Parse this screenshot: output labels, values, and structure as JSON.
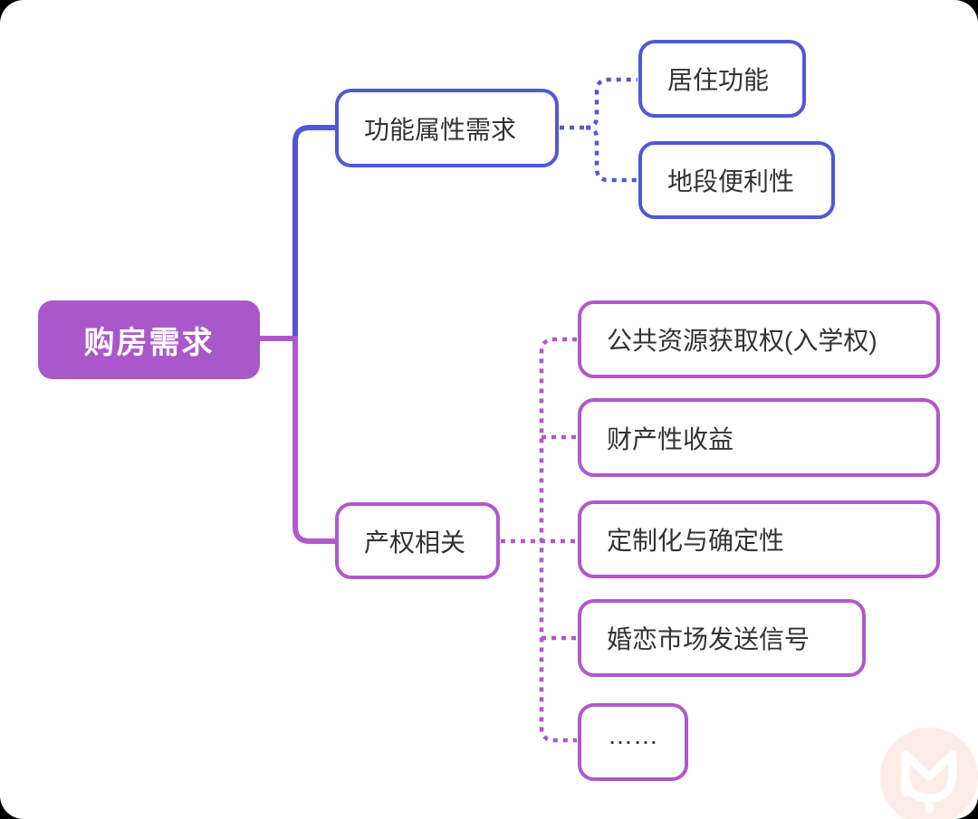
{
  "diagram": {
    "type": "mindmap",
    "root": {
      "label": "购房需求"
    },
    "branches": [
      {
        "label": "功能属性需求",
        "children": [
          {
            "label": "居住功能"
          },
          {
            "label": "地段便利性"
          }
        ]
      },
      {
        "label": "产权相关",
        "children": [
          {
            "label": "公共资源获取权(入学权)"
          },
          {
            "label": "财产性收益"
          },
          {
            "label": "定制化与确定性"
          },
          {
            "label": "婚恋市场发送信号"
          },
          {
            "label": "……"
          }
        ]
      }
    ]
  },
  "watermark": {
    "icon": "m-logo-icon",
    "circle_color": "#EE8873"
  },
  "colors": {
    "root_fill": "#a958ca",
    "blue_branch": "#5157d6",
    "purple_branch": "#b058cc",
    "node_text": "#333333",
    "root_text": "#ffffff",
    "canvas_bg": "#ffffff"
  }
}
